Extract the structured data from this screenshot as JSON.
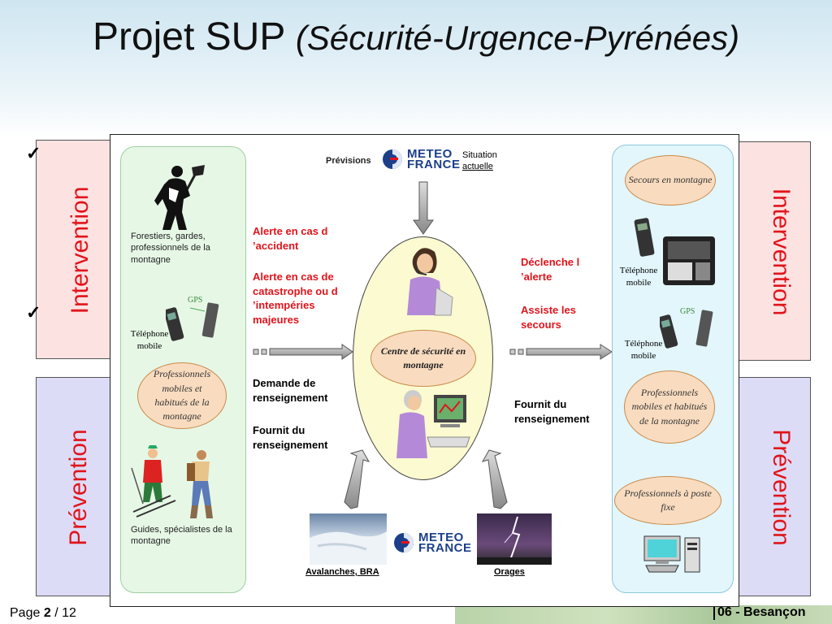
{
  "title": {
    "main": "Projet SUP",
    "subtitle": "(Sécurité-Urgence-Pyrénées)"
  },
  "slide": {
    "left_top_label": "Intervention",
    "left_bottom_label": "Prévention",
    "right_top_label": "Intervention",
    "right_bottom_label": "Prévention",
    "check_mark_1": "✓",
    "check_mark_2": "✓"
  },
  "footer": {
    "page_prefix": "Page",
    "page_number": "2",
    "page_total": "/ 12",
    "right_text": "06 - Besançon"
  },
  "diagram": {
    "meteo_top": {
      "left_label": "Prévisions",
      "logo_line1": "METEO",
      "logo_line2": "FRANCE",
      "right_label_1": "Situation",
      "right_label_2": "actuelle"
    },
    "left_panel": {
      "foresters": "Forestiers, gardes, professionnels de la montagne",
      "gps": "GPS",
      "phone_1": "Téléphone",
      "phone_2": "mobile",
      "pros_ellipse": "Professionnels mobiles et habitués de la montagne",
      "guides": "Guides, spécialistes de la montagne"
    },
    "left_messages": {
      "alert_accident": "Alerte en cas d ’accident",
      "alert_catastrophe": "Alerte en cas de catastrophe ou d ’intempéries majeures",
      "request_info": "Demande de renseignement",
      "provide_info": "Fournit du renseignement"
    },
    "center": {
      "label": "Centre de sécurité en montagne"
    },
    "right_messages": {
      "trigger_alert": "Déclenche l ’alerte",
      "assist": "Assiste les secours",
      "provide_info": "Fournit du renseignement"
    },
    "right_panel": {
      "rescue_ellipse": "Secours en montagne",
      "phone_1": "Téléphone",
      "phone_2": "mobile",
      "gps": "GPS",
      "pros_mobile_ellipse": "Professionnels mobiles et habitués de la montagne",
      "pros_fixed_ellipse": "Professionnels à poste fixe"
    },
    "bottom": {
      "avalanche_caption": "Avalanches, BRA",
      "storm_caption": "Orages",
      "logo_line1": "METEO",
      "logo_line2": "FRANCE"
    }
  },
  "colors": {
    "accent_red": "#e1141b",
    "meteo_blue": "#1d3f8a",
    "left_panel_bg": "#e6f7e6",
    "right_panel_bg": "#e2f6fb",
    "ellipse_fill": "#f9dcc0",
    "center_fill": "#fbfad0"
  }
}
